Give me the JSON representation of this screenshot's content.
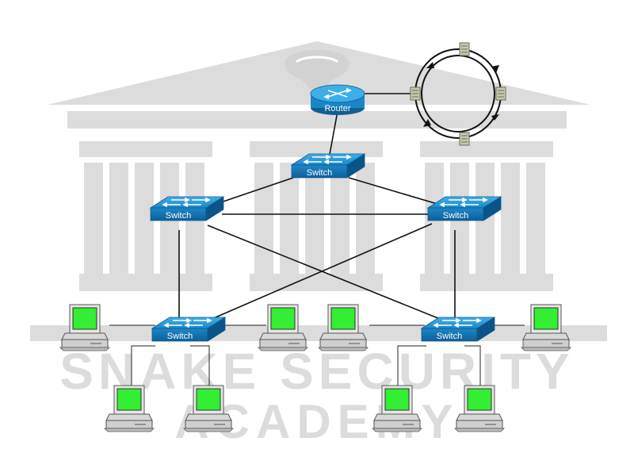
{
  "watermark": {
    "line1": "SNAKE SECURITY",
    "line2": "ACADEMY",
    "logo": "snake-head-building-logo",
    "color": "#dcdcdc"
  },
  "devices": {
    "router": {
      "label": "Router",
      "icon": "router-icon"
    },
    "switch_top": {
      "label": "Switch",
      "icon": "switch-icon"
    },
    "switch_left": {
      "label": "Switch",
      "icon": "switch-icon"
    },
    "switch_right": {
      "label": "Switch",
      "icon": "switch-icon"
    },
    "switch_bottom_left": {
      "label": "Switch",
      "icon": "switch-icon"
    },
    "switch_bottom_right": {
      "label": "Switch",
      "icon": "switch-icon"
    }
  },
  "ring": {
    "icon": "token-ring-icon",
    "nodes": 4
  },
  "pcs": {
    "count": 8,
    "icon": "workstation-icon",
    "screen_color": "#33ee33"
  },
  "colors": {
    "device_blue": "#1f8fd0",
    "device_blue_dark": "#0f6ea8",
    "link": "#111111"
  }
}
